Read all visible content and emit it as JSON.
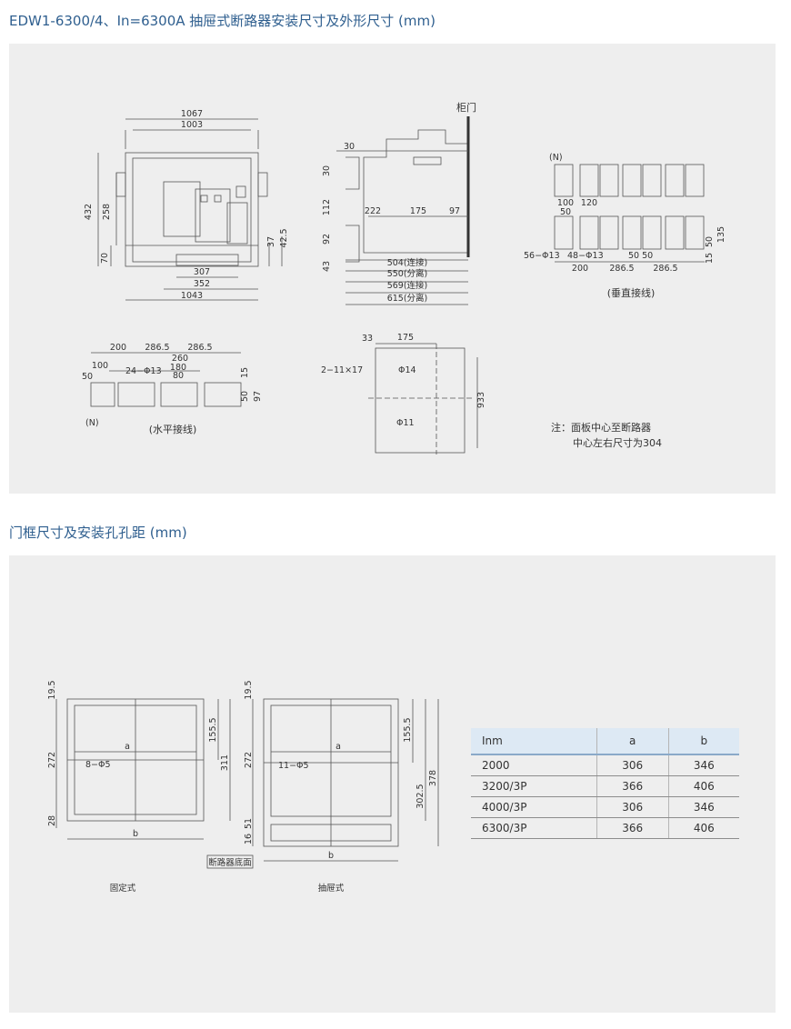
{
  "section1": {
    "title": "EDW1-6300/4、In=6300A 抽屉式断路器安装尺寸及外形尺寸 (mm)",
    "front": {
      "d1067": "1067",
      "d1003": "1003",
      "d432": "432",
      "d258": "258",
      "d70": "70",
      "d37": "37",
      "d42_5": "42.5",
      "d307": "307",
      "d352": "352",
      "d1043": "1043"
    },
    "side": {
      "cabinet_door": "柜门",
      "d30a": "30",
      "d30b": "30",
      "d112": "112",
      "d92": "92",
      "d43": "43",
      "d222": "222",
      "d175": "175",
      "d97": "97",
      "d504": "504(连接)",
      "d550": "550(分离)",
      "d569": "569(连接)",
      "d615": "615(分离)"
    },
    "vertical": {
      "n": "(N)",
      "d100": "100",
      "d120": "120",
      "d50a": "50",
      "d56": "56−Φ13",
      "d48": "48−Φ13",
      "d5050": "50 50",
      "d50b": "50",
      "d135": "135",
      "d15": "15",
      "d200": "200",
      "d286a": "286.5",
      "d286b": "286.5",
      "caption": "(垂直接线)"
    },
    "horizontal": {
      "d200": "200",
      "d286a": "286.5",
      "d286b": "286.5",
      "d260": "260",
      "d180": "180",
      "d100": "100",
      "d80": "80",
      "d24": "24−Φ13",
      "d50": "50",
      "d15": "15",
      "d50b": "50",
      "d97": "97",
      "n": "(N)",
      "caption": "(水平接线)"
    },
    "panel_holes": {
      "d33": "33",
      "d175": "175",
      "d2_11": "2−11×17",
      "phi14": "Φ14",
      "d933": "933",
      "phi11": "Φ11"
    },
    "note": {
      "line1": "注：面板中心至断路器",
      "line2": "中心左右尺寸为304"
    }
  },
  "section2": {
    "title": "门框尺寸及安装孔孔距 (mm)",
    "fixed": {
      "d19_5": "19.5",
      "d272": "272",
      "d28": "28",
      "a": "a",
      "holes": "8−Φ5",
      "d155_5": "155.5",
      "d311": "311",
      "b": "b",
      "bottom": "断路器底面",
      "caption": "固定式"
    },
    "draw": {
      "d19_5": "19.5",
      "d272": "272",
      "d51": "51",
      "d16": "16",
      "a": "a",
      "holes": "11−Φ5",
      "d155_5": "155.5",
      "d302_5": "302.5",
      "d378": "378",
      "b": "b",
      "caption": "抽屉式"
    },
    "table": {
      "headers": [
        "Inm",
        "a",
        "b"
      ],
      "rows": [
        [
          "2000",
          "306",
          "346"
        ],
        [
          "3200/3P",
          "366",
          "406"
        ],
        [
          "4000/3P",
          "306",
          "346"
        ],
        [
          "6300/3P",
          "366",
          "406"
        ]
      ]
    }
  }
}
